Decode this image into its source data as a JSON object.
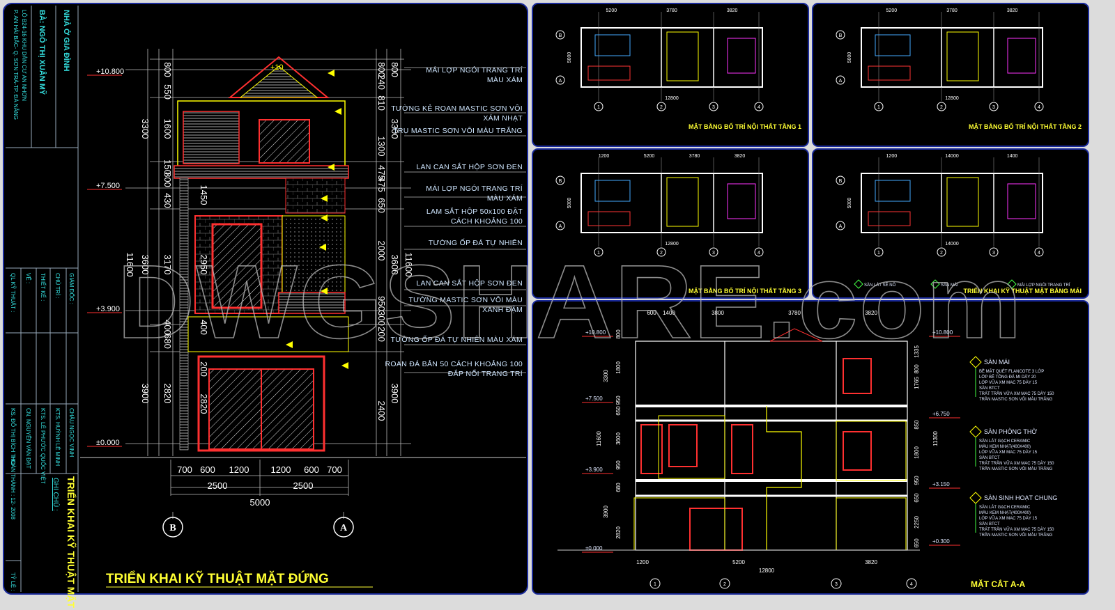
{
  "title_block": {
    "project": "NHÀ Ở GIA ĐÌNH",
    "owner": "BÀ: NGÔ THỊ XUÂN MỸ",
    "address_1": "LÔ B24-16 KHU DÂN CƯ AN NHƠN",
    "address_2": "P. AN HẢI BẮC- Q. SƠN TRÀ-TP. ĐÀ NẴNG",
    "roles": [
      {
        "role": "GIÁM ĐỐC :",
        "name": "CHÂU NGỌC VINH"
      },
      {
        "role": "CHỦ TRÌ :",
        "name": "KTS. HUỲNH LÊ MINH"
      },
      {
        "role": "THIẾT KẾ :",
        "name": "KTS. LÊ PHƯỚC QUỐC VIỆT"
      },
      {
        "role": "VẼ :",
        "name": "CN. NGUYỄN VĂN ĐẠT"
      },
      {
        "role": "QL KỸ THUẬT :",
        "name": "KS. ĐỖ THỊ BÍCH THU"
      }
    ],
    "sheet_title": "TRIỂN KHAI KỸ THUẬT MẶT Đ",
    "note_label": "GHI CHÚ :",
    "completed": "HOÀN THÀNH : 12- 2008",
    "scale": "TỶ LỆ :"
  },
  "elevation": {
    "title": "TRIỂN KHAI KỸ THUẬT MẶT ĐỨNG",
    "levels": [
      "+10.800",
      "+7.500",
      "+3.900",
      "±0.000"
    ],
    "left_dims_outer": [
      "3300",
      "3600",
      "3900",
      "11600"
    ],
    "left_dims_inner": [
      "800",
      "550",
      "1600",
      "150",
      "800",
      "430",
      "3170",
      "400",
      "680",
      "2820"
    ],
    "center_dims": [
      "200",
      "1450",
      "2950",
      "400",
      "2820"
    ],
    "right_dims_inner": [
      "800",
      "240",
      "810",
      "1300",
      "475",
      "475",
      "650",
      "2000",
      "950",
      "300",
      "200",
      "2400"
    ],
    "right_dims_outer": [
      "800",
      "3300",
      "3600",
      "11600",
      "3900"
    ],
    "roof_mark": "+10",
    "bottom_dims": [
      "700",
      "600",
      "1200",
      "1200",
      "600",
      "700"
    ],
    "bottom_sub": [
      "2500",
      "2500"
    ],
    "bottom_total": "5000",
    "grid_axes": [
      "B",
      "A"
    ],
    "annotations": [
      [
        "MÁI LỢP NGÓI TRANG TRÍ",
        "MÀU XÁM"
      ],
      [
        "TƯỜNG KẺ ROAN MASTIC SƠN VÔI",
        "XÁM NHẠT"
      ],
      [
        "TRỤ MASTIC SƠN VÔI MÀU TRẮNG"
      ],
      [
        "LAN CAN SẮT HỘP SƠN ĐEN"
      ],
      [
        "MÁI LỢP NGÓI TRANG TRÍ",
        "MÀU XÁM"
      ],
      [
        "LAM SẮT HỘP 50x100 ĐẶT",
        "CÁCH KHOẢNG 100"
      ],
      [
        "TƯỜNG ỐP ĐÁ TỰ NHIÊN"
      ],
      [
        "LAN CAN SẮT HỘP SƠN ĐEN"
      ],
      [
        "TƯỜNG MASTIC SƠN VÔI MÀU",
        "XANH ĐẬM"
      ],
      [
        "TƯỜNG ỐP ĐÁ TỰ NHIÊN MÀU XÁM"
      ],
      [
        "ROAN ĐÁ BẢN 50 CÁCH KHOẢNG 100",
        "ĐẮP NỔI TRANG TRÍ"
      ]
    ]
  },
  "plans": [
    {
      "title": "MẶT BẰNG BỐ TRÍ NỘI THẤT TẦNG 1",
      "dims_top": [
        "5200",
        "3780",
        "3820"
      ],
      "total": "12800",
      "side": "5000",
      "axes": [
        "1",
        "2",
        "3",
        "4"
      ],
      "rows": [
        "B",
        "A"
      ]
    },
    {
      "title": "MẶT BẰNG BỐ TRÍ NỘI THẤT TẦNG 2",
      "dims_top": [
        "5200",
        "3780",
        "3820"
      ],
      "total": "12800",
      "side": "5000",
      "axes": [
        "1",
        "2",
        "3",
        "4"
      ],
      "rows": [
        "B",
        "A"
      ]
    },
    {
      "title": "MẶT BẰNG BỐ TRÍ NỘI THẤT TẦNG 3",
      "dims_top": [
        "1200",
        "5200",
        "3780",
        "3820"
      ],
      "total": "12800",
      "side": "5000",
      "axes": [
        "1",
        "2",
        "3",
        "4"
      ],
      "rows": [
        "B",
        "A"
      ]
    },
    {
      "title": "TRIỂN KHAI KỸ THUẬT MẶT BẰNG MÁI",
      "dims_top": [
        "1200",
        "14000",
        "1400"
      ],
      "total": "14000",
      "side": "5000",
      "axes": [
        "1",
        "2",
        "3",
        "4"
      ],
      "rows": [
        "B",
        "A"
      ],
      "legend": [
        "SÀN LÁT SÊ NÔ",
        "SÀN MÁI",
        "MÁI LỢP NGÓI TRANG TRÍ"
      ]
    }
  ],
  "section": {
    "title": "MẶT CẮT A-A",
    "dims_top": [
      "600",
      "1400",
      "3800",
      "3780",
      "3820"
    ],
    "dims_bottom": [
      "1200",
      "5200",
      "3820"
    ],
    "total": "12800",
    "axes": [
      "1",
      "2",
      "3",
      "4"
    ],
    "levels_left": [
      "+10.800",
      "+7.500",
      "+3.900",
      "±0.000"
    ],
    "levels_right": [
      "+10.800",
      "+6.750",
      "+3.150",
      "+0.300"
    ],
    "left_dims": [
      "800",
      "1800",
      "3300",
      "950",
      "650",
      "3600",
      "11600",
      "950",
      "680",
      "3900",
      "2820"
    ],
    "right_dims": [
      "1335",
      "800",
      "1765",
      "850",
      "1800",
      "11300",
      "950",
      "650",
      "2250",
      "650"
    ],
    "floors": [
      {
        "name": "SÀN MÁI",
        "layers": [
          "BỀ MẶT QUÉT FLANCOTE 3 LỚP",
          "LỚP BÊ TÔNG ĐÁ MI DÀY 20",
          "LỚP VỮA XM MAC 75 DÀY 15",
          "SÀN BTCT",
          "TRÁT TRẦN VỮA XM MAC 75 DÀY 150",
          "TRẦN MASTIC SƠN VÔI MÀU TRẮNG"
        ]
      },
      {
        "name": "SÀN PHÒNG THỜ",
        "layers": [
          "SÀN LÁT GẠCH CERAMIC",
          "MÀU KEM NHẠT(400X400)",
          "LỚP VỮA XM MAC 75 DÀY 15",
          "SÀN BTCT",
          "TRÁT TRẦN VỮA XM MAC 75 DÀY 150",
          "TRẦN MASTIC SƠN VÔI MÀU TRẮNG"
        ]
      },
      {
        "name": "SÀN SINH HOẠT CHUNG",
        "layers": [
          "SÀN LÁT GẠCH CERAMIC",
          "MÀU KEM NHẠT(400X400)",
          "LỚP VỮA XM MAC 75 DÀY 15",
          "SÀN BTCT",
          "TRÁT TRẦN VỮA XM MAC 75 DÀY 150",
          "TRẦN MASTIC SƠN VÔI MÀU TRẮNG"
        ]
      }
    ]
  },
  "watermark": "DWGSHARE.com",
  "colors": {
    "background": "#000000",
    "panel_border": "#1a2a9a",
    "title": "#ffff33",
    "title_block_text": "#35e0e0",
    "wall_red": "#ff2020",
    "outline_yellow": "#ffff00",
    "dimension": "#ffffff"
  }
}
